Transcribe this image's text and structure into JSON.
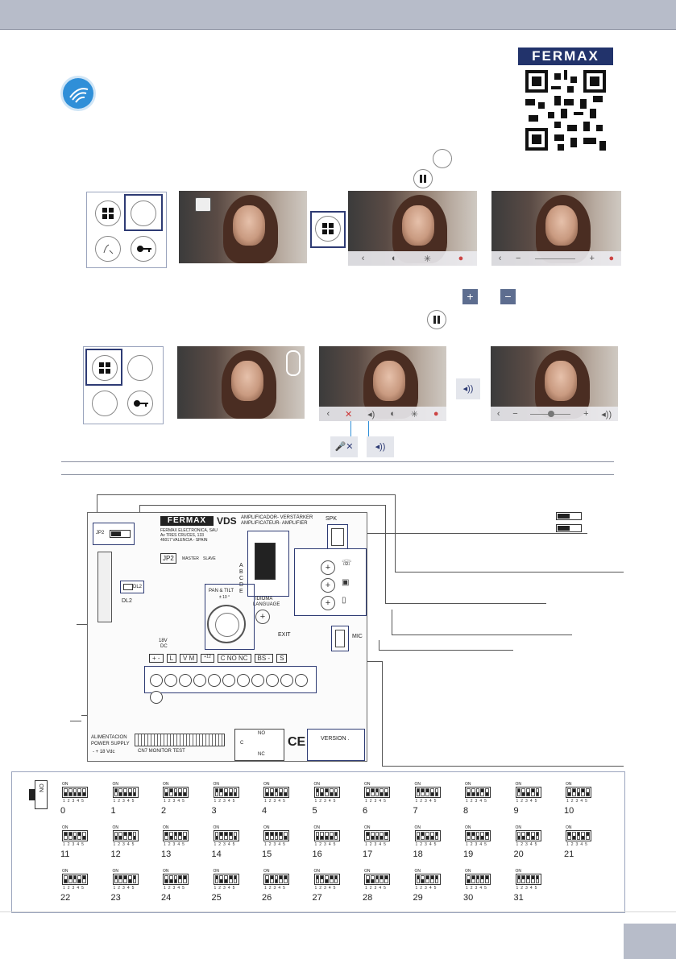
{
  "brand": {
    "name": "FERMAX"
  },
  "device": {
    "brand": "FERMAX",
    "model": "VDS",
    "titles": [
      "AMPLIFICADOR-  VERSTÄRKER",
      "AMPLIFICATEUR-  AMPLIFIER"
    ],
    "address": [
      "FERMAX ELECTRONICA, SAU",
      "Av TRES CRUCES, 133",
      "46017 VALENCIA - SPAIN"
    ],
    "jp2": "JP2",
    "jp2_top": "JP2",
    "master": "MASTER",
    "slave": "SLAVE",
    "dl2": "DL2",
    "dl2_small": "DL2",
    "pan_tilt": "PAN & TILT",
    "pan_tilt_deg": "± 10 °",
    "abcde": [
      "A",
      "B",
      "C",
      "D",
      "E"
    ],
    "idioma": "IDIOMA",
    "language": "LANGUAGE",
    "spk": "SPK",
    "mic": "MIC",
    "exit": "EXIT",
    "power_top": "18V",
    "power_bottom": "DC",
    "terminals": [
      "+   -",
      "L",
      "V   M",
      "+12",
      "C  NO NC",
      "BS  -",
      "S"
    ],
    "alimentacion": "ALIMENTACION",
    "power_supply": "POWER SUPPLY",
    "vdc": "-   +  18 Vdc",
    "cn7": "CN7   MONITOR TEST",
    "no": "NO",
    "c": "C",
    "nc": "NC",
    "version": "VERSION .",
    "ce": "CE"
  },
  "on_label": "ON",
  "dip_codes": [
    {
      "n": "0"
    },
    {
      "n": "1"
    },
    {
      "n": "2"
    },
    {
      "n": "3"
    },
    {
      "n": "4"
    },
    {
      "n": "5"
    },
    {
      "n": "6"
    },
    {
      "n": "7"
    },
    {
      "n": "8"
    },
    {
      "n": "9"
    },
    {
      "n": "10"
    },
    {
      "n": "11"
    },
    {
      "n": "12"
    },
    {
      "n": "13"
    },
    {
      "n": "14"
    },
    {
      "n": "15"
    },
    {
      "n": "16"
    },
    {
      "n": "17"
    },
    {
      "n": "18"
    },
    {
      "n": "19"
    },
    {
      "n": "20"
    },
    {
      "n": "21"
    },
    {
      "n": "22"
    },
    {
      "n": "23"
    },
    {
      "n": "24"
    },
    {
      "n": "25"
    },
    {
      "n": "26"
    },
    {
      "n": "27"
    },
    {
      "n": "28"
    },
    {
      "n": "29"
    },
    {
      "n": "30"
    },
    {
      "n": "31"
    }
  ],
  "plus": "+",
  "minus": "−",
  "colors": {
    "accent": "#2e3b74",
    "brand": "#22336b",
    "bar": "#b7bcc9",
    "wifi": "#2f8fd8"
  }
}
